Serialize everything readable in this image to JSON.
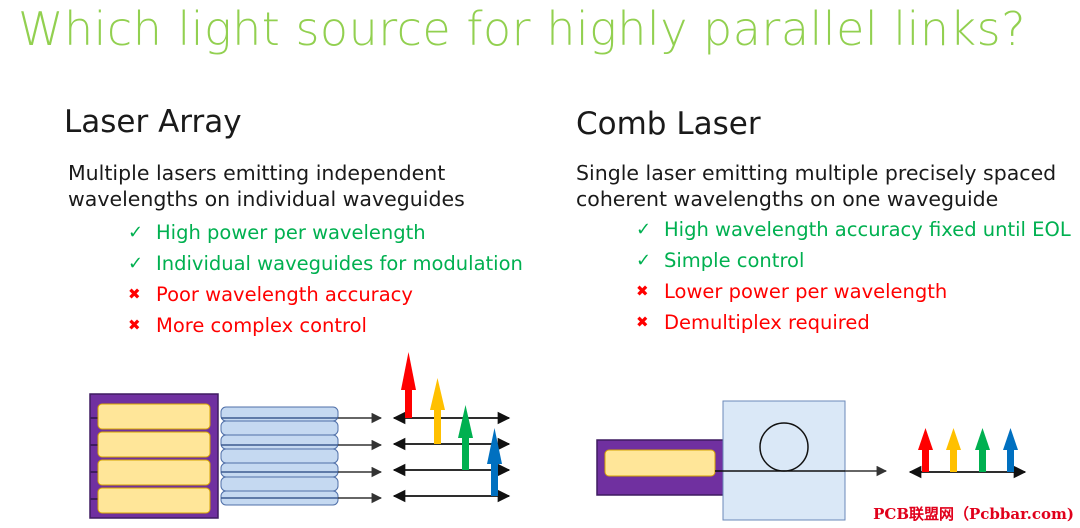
{
  "title": "Which light source for highly parallel links?",
  "left": {
    "heading": "Laser Array",
    "desc_lines": [
      "Multiple lasers emitting independent",
      "wavelengths on individual waveguides"
    ],
    "items": [
      {
        "type": "pro",
        "mark": "✓",
        "text": "High power per wavelength"
      },
      {
        "type": "pro",
        "mark": "✓",
        "text": "Individual waveguides for modulation"
      },
      {
        "type": "con",
        "mark": "✖",
        "text": "Poor wavelength accuracy"
      },
      {
        "type": "con",
        "mark": "✖",
        "text": "More complex control"
      }
    ]
  },
  "right": {
    "heading": "Comb Laser",
    "desc_lines": [
      "Single laser emitting multiple precisely spaced",
      "coherent wavelengths on one waveguide"
    ],
    "items": [
      {
        "type": "pro",
        "mark": "✓",
        "text": "High wavelength accuracy fixed until EOL"
      },
      {
        "type": "pro",
        "mark": "✓",
        "text": "Simple control"
      },
      {
        "type": "con",
        "mark": "✖",
        "text": "Lower power per wavelength"
      },
      {
        "type": "con",
        "mark": "✖",
        "text": "Demultiplex required"
      }
    ]
  },
  "colors": {
    "title": "#92d050",
    "pro": "#00b050",
    "con": "#ff0000",
    "laser_housing": "#7030a0",
    "laser_bar": "#ffe699",
    "waveguide": "#c5d9f1",
    "ring_chip": "#dae8f7",
    "wavelengths": [
      "#ff0000",
      "#ffc000",
      "#00b050",
      "#0070c0"
    ]
  },
  "watermark": "PCB联盟网（Pcbbar.com)"
}
